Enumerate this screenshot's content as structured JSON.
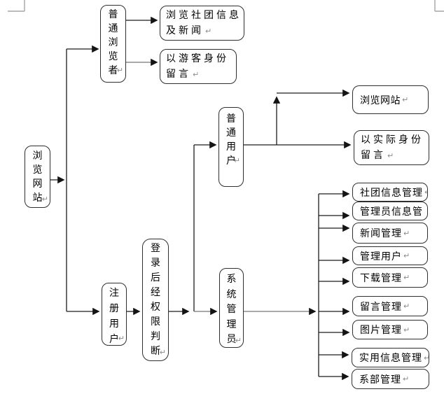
{
  "marks": {
    "return": "↵"
  },
  "palette": {
    "background": "#ffffff",
    "box_border": "#2f2f2f",
    "line_black": "#1c1c1c",
    "line_gray": "#767676",
    "return_mark": "#8c8c8c",
    "page_corner_mark": "#a6a6a6"
  },
  "flowchart": {
    "root": {
      "label": "浏览网站"
    },
    "visitor": {
      "label": "普通浏览者"
    },
    "visitor_actions": [
      {
        "label": "浏览社团信息\n及新闻"
      },
      {
        "label": "以游客身份\n留言"
      }
    ],
    "registered_user": {
      "label": "注册用户"
    },
    "login_check": {
      "label": "登录后经权限判断"
    },
    "normal_user": {
      "label": "普通用户"
    },
    "normal_user_actions": [
      {
        "label": "浏览网站"
      },
      {
        "label": "以实际身份\n留言"
      }
    ],
    "system_admin": {
      "label": "系统管理员"
    },
    "admin_actions": [
      {
        "label": "社团信息管理"
      },
      {
        "label": "管理员信息管"
      },
      {
        "label": "新闻管理"
      },
      {
        "label": "管理用户"
      },
      {
        "label": "下载管理"
      },
      {
        "label": "留言管理"
      },
      {
        "label": "图片管理"
      },
      {
        "label": "实用信息管理"
      },
      {
        "label": "系部管理"
      }
    ]
  }
}
